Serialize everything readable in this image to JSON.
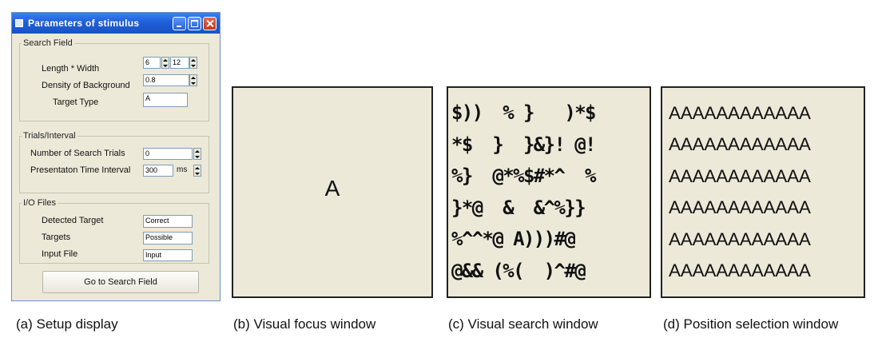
{
  "dialog": {
    "title": "Parameters of stimulus",
    "search_field": {
      "legend": "Search Field",
      "length_width_label": "Length * Width",
      "length_value": "6",
      "width_value": "12",
      "density_label": "Density of Background",
      "density_value": "0.8",
      "target_type_label": "Target Type",
      "target_type_value": "A"
    },
    "trials": {
      "legend": "Trials/Interval",
      "num_trials_label": "Number of Search Trials",
      "num_trials_value": "0",
      "interval_label": "Presentaton Time Interval",
      "interval_value": "300",
      "interval_unit": "ms"
    },
    "io": {
      "legend": "I/O Files",
      "detected_label": "Detected Target",
      "detected_value": "Correct",
      "targets_label": "Targets",
      "targets_value": "Possible",
      "input_label": "Input File",
      "input_value": "Input"
    },
    "go_button": "Go to Search Field"
  },
  "focus_window": {
    "letter": "A"
  },
  "search_window": {
    "rows": [
      "$))  % }   )*$",
      "*$  }  }&}! @!",
      "%}  @*%$#*^  %",
      "}*@  &  &^%}}",
      "%^^*@ A)))#@",
      "@&& (%(  )^#@"
    ]
  },
  "selection_window": {
    "rows": [
      "AAAAAAAAAAAA",
      "AAAAAAAAAAAA",
      "AAAAAAAAAAAA",
      "AAAAAAAAAAAA",
      "AAAAAAAAAAAA",
      "AAAAAAAAAAAA"
    ]
  },
  "captions": {
    "a": "(a) Setup display",
    "b": "(b) Visual focus window",
    "c": "(c) Visual search window",
    "d": "(d) Position selection window"
  },
  "colors": {
    "titlebar": "#1f5fd8",
    "dialog_bg": "#ece9d8",
    "close_button": "#c1361b"
  }
}
